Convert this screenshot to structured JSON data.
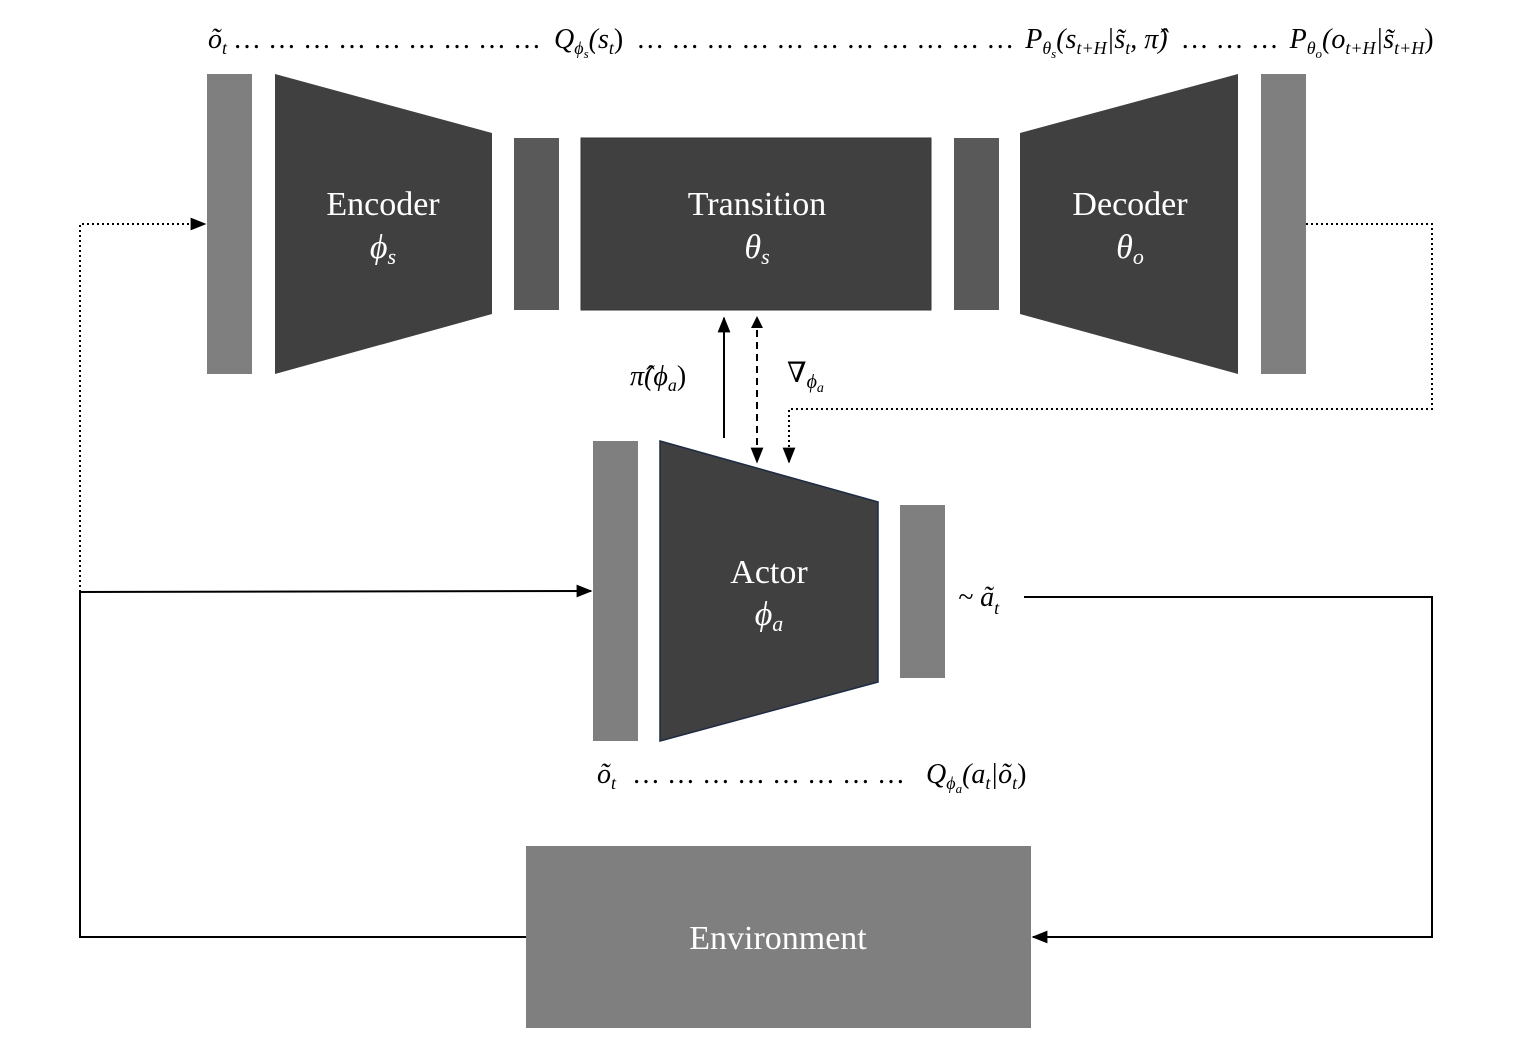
{
  "colors": {
    "block_dark": "#404040",
    "bar_mid": "#595959",
    "bar_light": "#7f7f7f",
    "environment": "#7f7f7f",
    "line": "#000000",
    "text_on_block": "#ffffff"
  },
  "header": {
    "o_t": "õ",
    "o_t_sub": "t",
    "dots1": "… … … … … … … … …",
    "q_main": "Q",
    "q_sub": "ϕ",
    "q_subsub": "s",
    "q_arg": "(s",
    "q_arg_sub": "t",
    "q_close": ")",
    "dots2": "… … … … … … … … … … …",
    "p1_main": "P",
    "p1_sub": "θ",
    "p1_subsub": "s",
    "p1_arg": "(s",
    "p1_arg_sub": "t+H",
    "p1_cond": "|s̃",
    "p1_cond_sub": "t",
    "p1_rest": ", π̂)",
    "dots3": "… … …",
    "p2_main": "P",
    "p2_sub": "θ",
    "p2_subsub": "o",
    "p2_arg": "(o",
    "p2_arg_sub": "t+H",
    "p2_cond": "|s̃",
    "p2_cond_sub": "t+H",
    "p2_close": ")"
  },
  "blocks": {
    "encoder": {
      "name": "Encoder",
      "param": "ϕ",
      "param_sub": "s"
    },
    "transition": {
      "name": "Transition",
      "param": "θ",
      "param_sub": "s"
    },
    "decoder": {
      "name": "Decoder",
      "param": "θ",
      "param_sub": "o"
    },
    "actor": {
      "name": "Actor",
      "param": "ϕ",
      "param_sub": "a"
    },
    "environment": {
      "name": "Environment"
    }
  },
  "arrows": {
    "pi_hat": "π̂(ϕ",
    "pi_hat_sub": "a",
    "pi_hat_close": ")",
    "grad": "∇",
    "grad_sub": "ϕ",
    "grad_subsub": "a",
    "action": "~ ã",
    "action_sub": "t"
  },
  "actor_footer": {
    "o_t": "õ",
    "o_t_sub": "t",
    "dots": "… … … … … … … …",
    "q_main": "Q",
    "q_sub": "ϕ",
    "q_subsub": "a",
    "q_arg": "(a",
    "q_arg_sub": "t",
    "q_cond": "|õ",
    "q_cond_sub": "t",
    "q_close": ")"
  }
}
